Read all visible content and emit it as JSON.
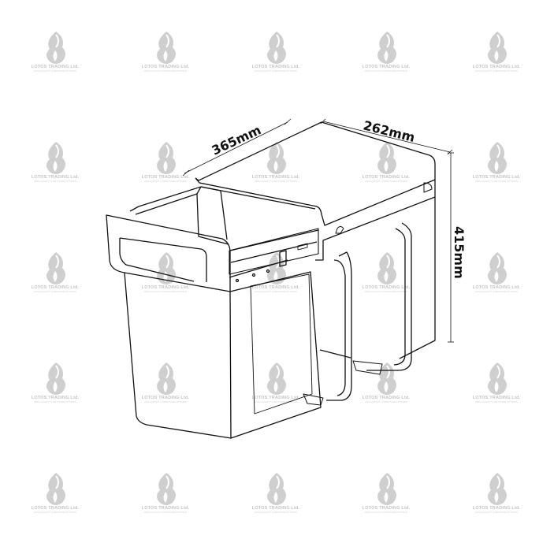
{
  "watermark": {
    "name": "LOTOS TRADING Ltd.",
    "tagline": "HIGH QUALITY FURNITURE FITTINGS",
    "icon": "flame-logo"
  },
  "dimensions": {
    "depth": "365mm",
    "width": "262mm",
    "height": "415mm"
  },
  "colors": {
    "line": "#111111",
    "watermark": "#c8c8c8"
  }
}
